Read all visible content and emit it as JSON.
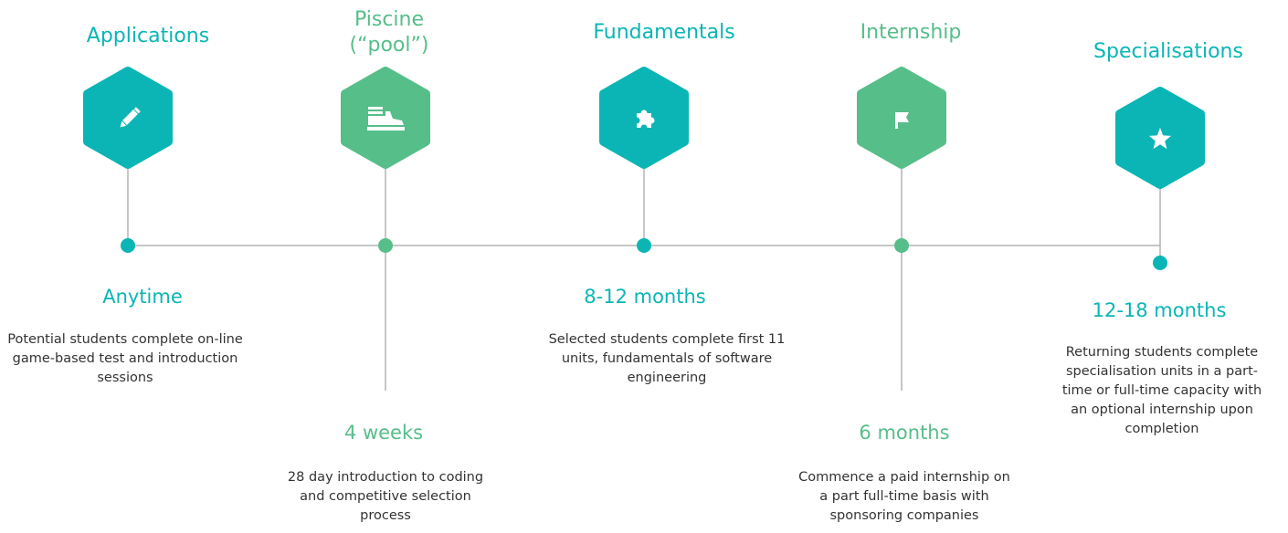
{
  "colors": {
    "teal": "#0BB5B5",
    "green": "#56BE89",
    "line": "#B4B4B4",
    "text": "#333333"
  },
  "stages": [
    {
      "title": "Applications",
      "period": "Anytime",
      "description": "Potential students complete on-line game-based test and introduction sessions",
      "icon": "pencil-icon",
      "color": "teal"
    },
    {
      "title": "Piscine (“pool”)",
      "period": "4 weeks",
      "description": "28 day introduction to coding and competitive selection process",
      "icon": "sneaker-icon",
      "color": "green"
    },
    {
      "title": "Fundamentals",
      "period": "8-12 months",
      "description": "Selected students complete first 11 units, fundamentals of software engineering",
      "icon": "puzzle-icon",
      "color": "teal"
    },
    {
      "title": "Internship",
      "period": "6 months",
      "description": "Commence a paid internship on a part full-time basis with sponsoring companies",
      "icon": "flag-icon",
      "color": "green"
    },
    {
      "title": "Specialisations",
      "period": "12-18 months",
      "description": "Returning students complete specialisation units in a part-time or full-time capacity with an optional internship upon completion",
      "icon": "star-icon",
      "color": "teal"
    }
  ]
}
